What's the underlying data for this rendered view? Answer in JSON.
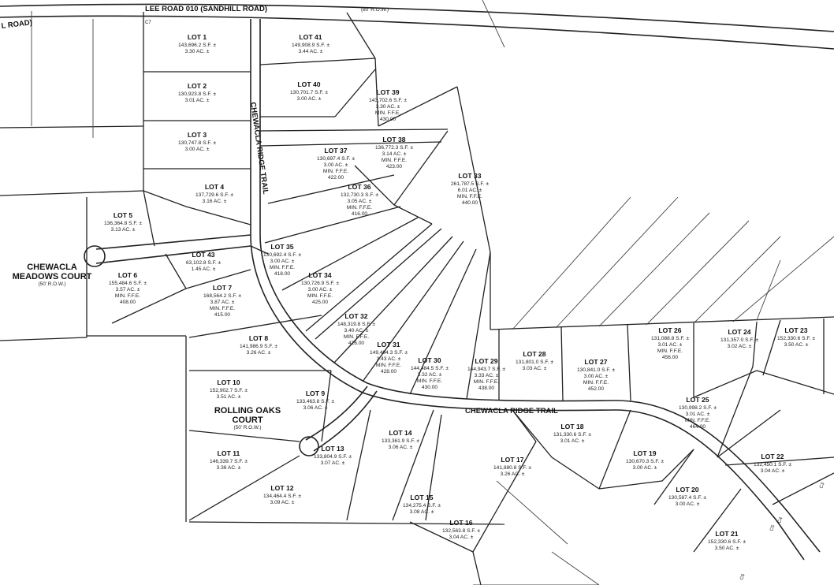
{
  "roads": {
    "lee_road": "LEE ROAD 010 (SANDHILL ROAD)",
    "lee_row": "(80' R.O.W.)",
    "lee_left": "L ROAD)",
    "chewacla_ridge_vertical": "CHEWACLA RIDGE TRAIL",
    "chewacla_ridge_horizontal": "CHEWACLA RIDGE TRAIL",
    "meadows_line1": "CHEWACLA",
    "meadows_line2": "MEADOWS COURT",
    "meadows_row": "(50' R.O.W.)",
    "rolling_line1": "ROLLING OAKS",
    "rolling_line2": "COURT",
    "rolling_row": "(50' R.O.W.)"
  },
  "curve_labels": [
    "C7",
    "C3",
    "C4",
    "C5",
    "C6"
  ],
  "lots": [
    {
      "name": "LOT 1",
      "lines": [
        "143,696.2 S.F. ±",
        "3.30 AC. ±"
      ]
    },
    {
      "name": "LOT 2",
      "lines": [
        "130,923.8 S.F. ±",
        "3.01 AC. ±"
      ]
    },
    {
      "name": "LOT 3",
      "lines": [
        "130,747.8 S.F. ±",
        "3.00 AC. ±"
      ]
    },
    {
      "name": "LOT 4",
      "lines": [
        "137,729.6 S.F. ±",
        "3.16 AC. ±"
      ]
    },
    {
      "name": "LOT 5",
      "lines": [
        "136,364.8 S.F. ±",
        "3.13 AC. ±"
      ]
    },
    {
      "name": "LOT 6",
      "lines": [
        "155,484.6 S.F. ±",
        "3.57 AC. ±",
        "MIN. F.F.E.",
        "408.00"
      ]
    },
    {
      "name": "LOT 7",
      "lines": [
        "168,564.2 S.F. ±",
        "3.87 AC. ±",
        "MIN. F.F.E.",
        "415.00"
      ]
    },
    {
      "name": "LOT 8",
      "lines": [
        "141,986.9 S.F. ±",
        "3.26 AC. ±"
      ]
    },
    {
      "name": "LOT 9",
      "lines": [
        "133,463.8 S.F. ±",
        "3.06 AC. ±"
      ]
    },
    {
      "name": "LOT 10",
      "lines": [
        "152,902.7 S.F. ±",
        "3.51 AC. ±"
      ]
    },
    {
      "name": "LOT 11",
      "lines": [
        "146,339.7 S.F. ±",
        "3.36 AC. ±"
      ]
    },
    {
      "name": "LOT 12",
      "lines": [
        "134,464.4 S.F. ±",
        "3.09 AC. ±"
      ]
    },
    {
      "name": "LOT 13",
      "lines": [
        "133,804.9 S.F. ±",
        "3.07 AC. ±"
      ]
    },
    {
      "name": "LOT 14",
      "lines": [
        "133,361.9 S.F. ±",
        "3.06 AC. ±"
      ]
    },
    {
      "name": "LOT 15",
      "lines": [
        "134,275.4 S.F. ±",
        "3.08 AC. ±"
      ]
    },
    {
      "name": "LOT 16",
      "lines": [
        "132,563.8 S.F. ±",
        "3.04 AC. ±"
      ]
    },
    {
      "name": "LOT 17",
      "lines": [
        "141,880.8 S.F. ±",
        "3.26 AC. ±"
      ]
    },
    {
      "name": "LOT 18",
      "lines": [
        "131,330.6 S.F. ±",
        "3.01 AC. ±"
      ]
    },
    {
      "name": "LOT 19",
      "lines": [
        "130,670.3 S.F. ±",
        "3.00 AC. ±"
      ]
    },
    {
      "name": "LOT 20",
      "lines": [
        "130,587.4 S.F. ±",
        "3.00 AC. ±"
      ]
    },
    {
      "name": "LOT 21",
      "lines": [
        "152,330.6 S.F. ±",
        "3.50 AC. ±"
      ]
    },
    {
      "name": "LOT 22",
      "lines": [
        "132,450.1 S.F. ±",
        "3.04 AC. ±"
      ]
    },
    {
      "name": "LOT 23",
      "lines": [
        "152,330.6 S.F. ±",
        "3.50 AC. ±"
      ]
    },
    {
      "name": "LOT 24",
      "lines": [
        "131,357.0 S.F. ±",
        "3.02 AC. ±"
      ]
    },
    {
      "name": "LOT 25",
      "lines": [
        "130,998.2 S.F. ±",
        "3.01 AC. ±",
        "MIN. F.F.E.",
        "464.00"
      ]
    },
    {
      "name": "LOT 26",
      "lines": [
        "131,088.8 S.F. ±",
        "3.01 AC. ±",
        "MIN. F.F.E.",
        "456.00"
      ]
    },
    {
      "name": "LOT 27",
      "lines": [
        "130,841.0 S.F. ±",
        "3.00 AC. ±",
        "MIN. F.F.E.",
        "452.00"
      ]
    },
    {
      "name": "LOT 28",
      "lines": [
        "131,801.0 S.F. ±",
        "3.03 AC. ±"
      ]
    },
    {
      "name": "LOT 29",
      "lines": [
        "144,943.7 S.F. ±",
        "3.33 AC. ±",
        "MIN. F.F.E.",
        "438.00"
      ]
    },
    {
      "name": "LOT 30",
      "lines": [
        "144,484.5 S.F. ±",
        "3.32 AC. ±",
        "MIN. F.F.E.",
        "430.00"
      ]
    },
    {
      "name": "LOT 31",
      "lines": [
        "149,494.3 S.F. ±",
        "3.43 AC. ±",
        "MIN. F.F.E.",
        "428.00"
      ]
    },
    {
      "name": "LOT 32",
      "lines": [
        "148,319.8 S.F. ±",
        "3.40 AC. ±",
        "MIN. F.F.E.",
        "426.00"
      ]
    },
    {
      "name": "LOT 33",
      "lines": [
        "261,787.5 S.F. ±",
        "6.01 AC. ±",
        "MIN. F.F.E.",
        "440.00"
      ]
    },
    {
      "name": "LOT 34",
      "lines": [
        "130,726.9 S.F. ±",
        "3.00 AC. ±",
        "MIN. F.F.E.",
        "425.00"
      ]
    },
    {
      "name": "LOT 35",
      "lines": [
        "130,692.4 S.F. ±",
        "3.00 AC. ±",
        "MIN. F.F.E.",
        "418.00"
      ]
    },
    {
      "name": "LOT 36",
      "lines": [
        "132,730.3 S.F. ±",
        "3.05 AC. ±",
        "MIN. F.F.E.",
        "416.00"
      ]
    },
    {
      "name": "LOT 37",
      "lines": [
        "130,697.4 S.F. ±",
        "3.00 AC. ±",
        "MIN. F.F.E.",
        "422.00"
      ]
    },
    {
      "name": "LOT 38",
      "lines": [
        "136,772.3 S.F. ±",
        "3.14 AC. ±",
        "MIN. F.F.E.",
        "423.00"
      ]
    },
    {
      "name": "LOT 39",
      "lines": [
        "143,702.6 S.F. ±",
        "3.30 AC. ±",
        "MIN. F.F.E.",
        "430.00"
      ]
    },
    {
      "name": "LOT 40",
      "lines": [
        "130,701.7 S.F. ±",
        "3.00 AC. ±"
      ]
    },
    {
      "name": "LOT 41",
      "lines": [
        "149,908.9 S.F. ±",
        "3.44 AC. ±"
      ]
    },
    {
      "name": "LOT 43",
      "lines": [
        "63,102.8 S.F. ±",
        "1.45 AC. ±"
      ]
    }
  ]
}
